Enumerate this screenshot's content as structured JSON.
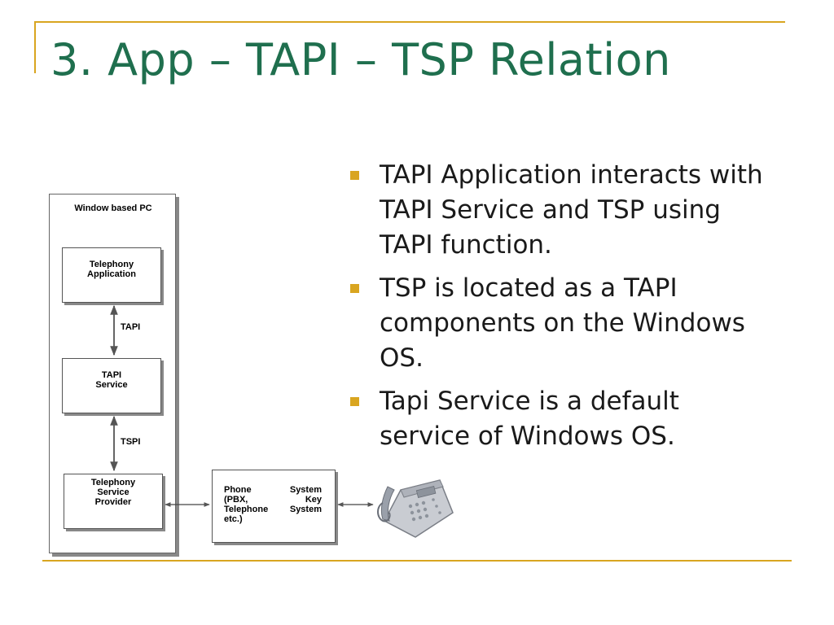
{
  "title": "3. App – TAPI – TSP Relation",
  "bullets": [
    "TAPI Application interacts with TAPI Service and TSP using TAPI function.",
    "TSP is located as a TAPI components on the Windows OS.",
    "Tapi Service is a default service of Windows OS."
  ],
  "diagram": {
    "container_label": "Window based PC",
    "nodes": {
      "app": [
        "Telephony",
        "Application"
      ],
      "tapi": [
        "TAPI",
        "Service"
      ],
      "tsp": [
        "Telephony",
        "Service",
        "Provider"
      ],
      "phone_system": [
        "Phone System",
        "(PBX, Key",
        "Telephone System",
        "etc.)"
      ]
    },
    "edge_labels": {
      "app_tapi": "TAPI",
      "tapi_tsp": "TSPI"
    },
    "phone_icon": "desk-telephone-icon"
  },
  "colors": {
    "title": "#1f6f4e",
    "accent": "#d9a520",
    "text": "#1a1a1a"
  }
}
